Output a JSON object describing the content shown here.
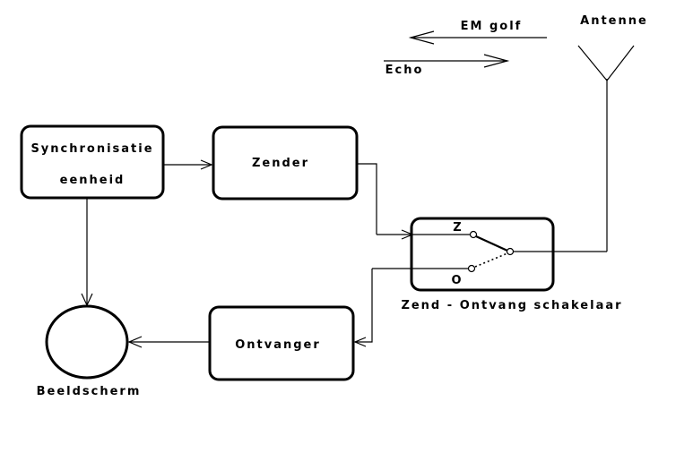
{
  "labels": {
    "sync_line1": "Synchronisatie",
    "sync_line2": "eenheid",
    "zender": "Zender",
    "ontvanger": "Ontvanger",
    "beeldscherm": "Beeldscherm",
    "switch_caption": "Zend - Ontvang schakelaar",
    "switch_z": "Z",
    "switch_o": "O",
    "antenne": "Antenne",
    "em_golf": "EM golf",
    "echo": "Echo"
  },
  "colors": {
    "line": "#000000",
    "background": "#ffffff"
  }
}
